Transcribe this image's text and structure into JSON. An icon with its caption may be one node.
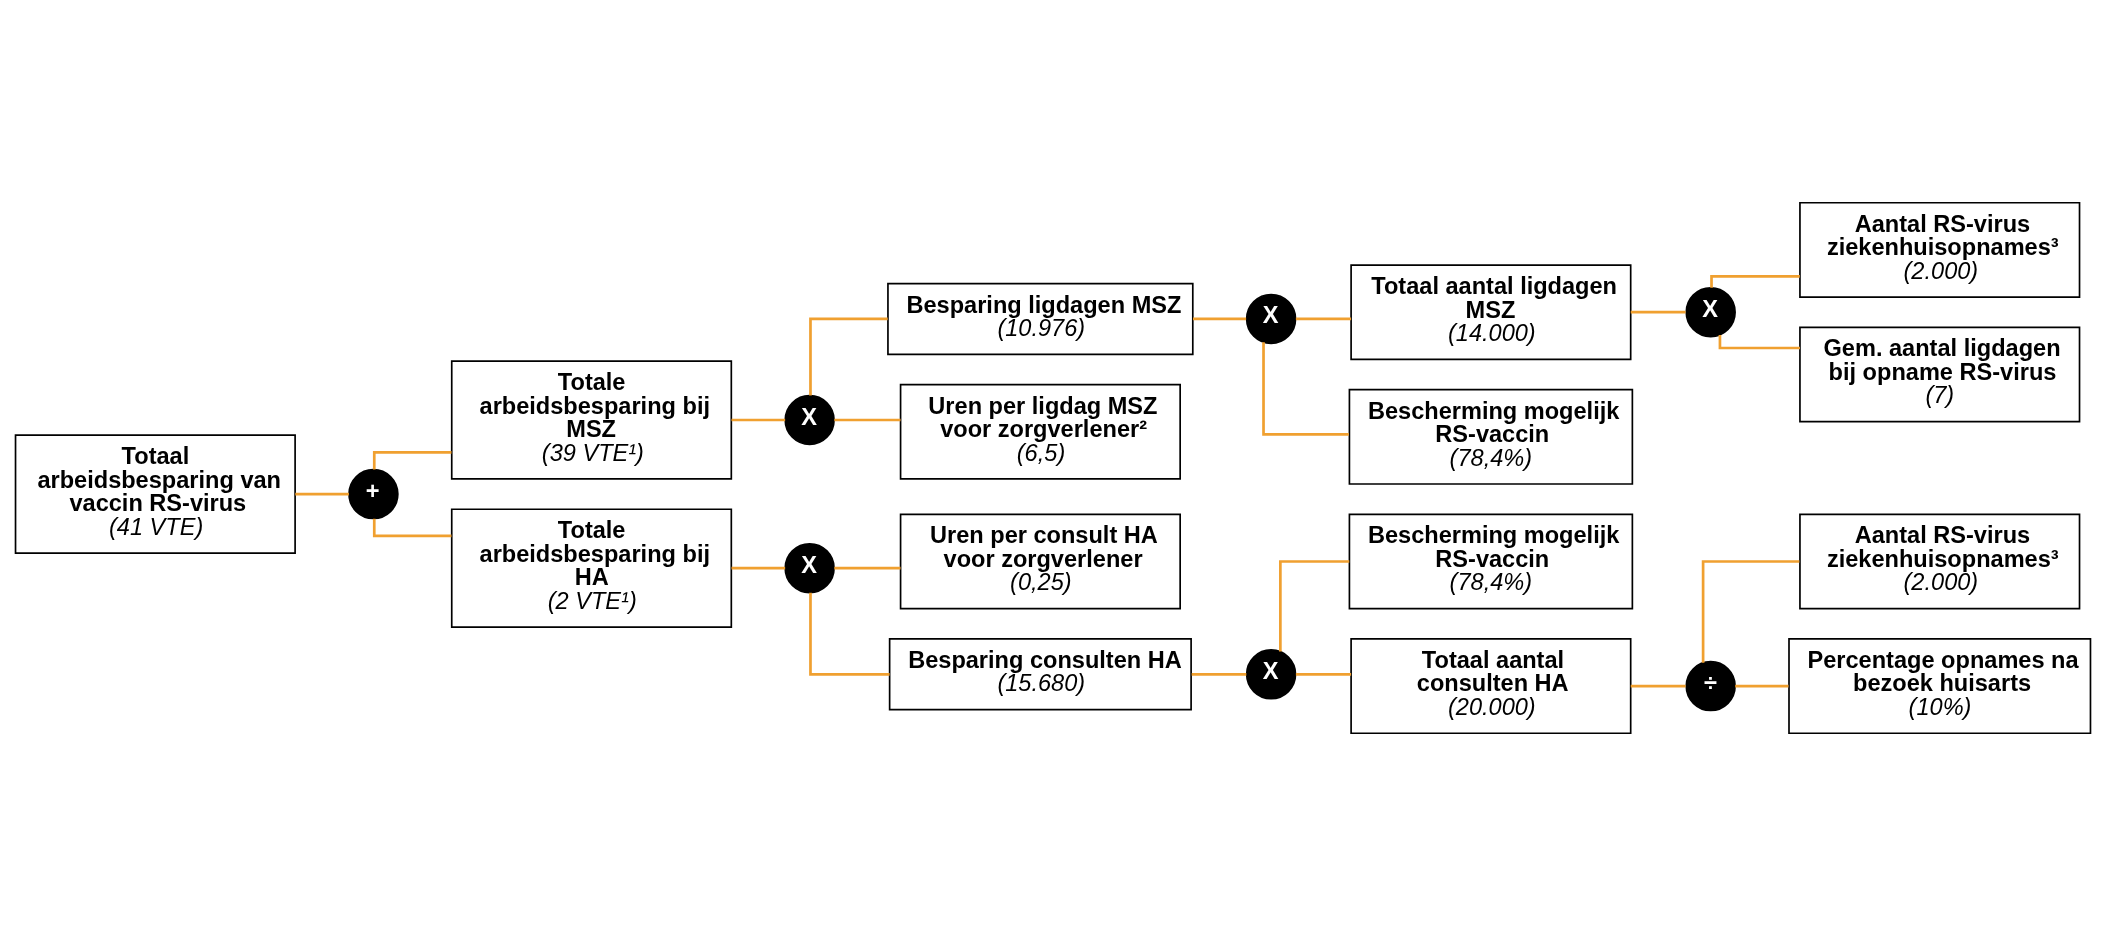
{
  "diagram": {
    "nodes": [
      {
        "text": [
          "Totaal arbeidsbesparing van vaccin RS-virus",
          "(41 VTE)"
        ]
      },
      {
        "text": [
          "+"
        ]
      },
      {
        "text": [
          "Totale arbeidsbesparing bij MSZ",
          "(39 VTE¹)"
        ]
      },
      {
        "text": [
          "X"
        ]
      },
      {
        "text": [
          "Besparing ligdagen MSZ",
          "(10.976)"
        ]
      },
      {
        "text": [
          "Uren per ligdag MSZ voor zorgverlener²",
          "(6,5)"
        ]
      },
      {
        "text": [
          "X"
        ]
      },
      {
        "text": [
          "Totaal aantal ligdagen MSZ",
          "(14.000)"
        ]
      },
      {
        "text": [
          "Bescherming mogelijk RS-vaccin",
          "(78,4%)"
        ]
      },
      {
        "text": [
          "X"
        ]
      },
      {
        "text": [
          "Aantal RS-virus ziekenhuisopnames³",
          "(2.000)"
        ]
      },
      {
        "text": [
          "Gem. aantal ligdagen bij opname RS-virus",
          "(7)"
        ]
      },
      {
        "text": [
          "Totale arbeidsbesparing bij HA",
          "(2 VTE¹)"
        ]
      },
      {
        "text": [
          "X"
        ]
      },
      {
        "text": [
          "Uren per consult HA voor zorgverlener",
          "(0,25)"
        ]
      },
      {
        "text": [
          "Besparing consulten HA",
          "(15.680)"
        ]
      },
      {
        "text": [
          "X"
        ]
      },
      {
        "text": [
          "Bescherming mogelijk RS-vaccin",
          "(78,4%)"
        ]
      },
      {
        "text": [
          "Totaal aantal consulten HA",
          "(20.000)"
        ]
      },
      {
        "text": [
          "÷"
        ]
      },
      {
        "text": [
          "Aantal RS-virus ziekenhuisopnames³",
          "(2.000)"
        ]
      },
      {
        "text": [
          "Percentage opnames na bezoek huisarts",
          "(10%)"
        ]
      }
    ],
    "edges": [
      {
        "from": 0,
        "to": 1,
        "arrow": "none"
      },
      {
        "from": 1,
        "to": 2,
        "arrow": "none"
      },
      {
        "from": 1,
        "to": 12,
        "arrow": "none"
      },
      {
        "from": 2,
        "to": 3,
        "arrow": "none"
      },
      {
        "from": 3,
        "to": 4,
        "arrow": "none"
      },
      {
        "from": 3,
        "to": 5,
        "arrow": "none"
      },
      {
        "from": 4,
        "to": 6,
        "arrow": "none"
      },
      {
        "from": 6,
        "to": 7,
        "arrow": "none"
      },
      {
        "from": 6,
        "to": 8,
        "arrow": "none"
      },
      {
        "from": 7,
        "to": 9,
        "arrow": "none"
      },
      {
        "from": 9,
        "to": 10,
        "arrow": "none"
      },
      {
        "from": 9,
        "to": 11,
        "arrow": "none"
      },
      {
        "from": 12,
        "to": 13,
        "arrow": "none"
      },
      {
        "from": 13,
        "to": 14,
        "arrow": "none"
      },
      {
        "from": 13,
        "to": 15,
        "arrow": "none"
      },
      {
        "from": 15,
        "to": 16,
        "arrow": "none"
      },
      {
        "from": 16,
        "to": 17,
        "arrow": "none"
      },
      {
        "from": 16,
        "to": 18,
        "arrow": "none"
      },
      {
        "from": 18,
        "to": 19,
        "arrow": "none"
      },
      {
        "from": 19,
        "to": 20,
        "arrow": "none"
      },
      {
        "from": 19,
        "to": 21,
        "arrow": "none"
      }
    ]
  }
}
